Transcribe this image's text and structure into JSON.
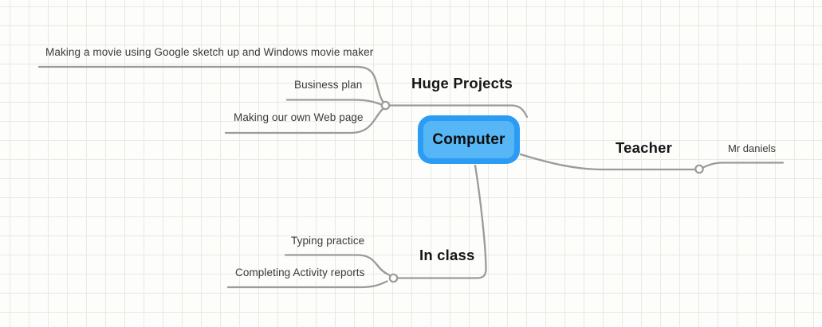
{
  "theme": {
    "background": "#fdfdfb",
    "grid_color": "#e8ebde",
    "line_color": "#9b9b9b",
    "root_border": "#2a9cf4",
    "root_fill": "#57b6f6",
    "root_text": "#0d0d0d",
    "title_text": "#161616",
    "child_text": "#3a3a3a"
  },
  "root": {
    "label": "Computer"
  },
  "branches": [
    {
      "label": "Huge Projects",
      "children": [
        "Making a movie using Google sketch up and Windows movie maker",
        "Business plan",
        "Making our own Web page"
      ]
    },
    {
      "label": "Teacher",
      "children": [
        "Mr daniels"
      ]
    },
    {
      "label": "In class",
      "children": [
        "Typing practice",
        "Completing Activity reports"
      ]
    }
  ]
}
